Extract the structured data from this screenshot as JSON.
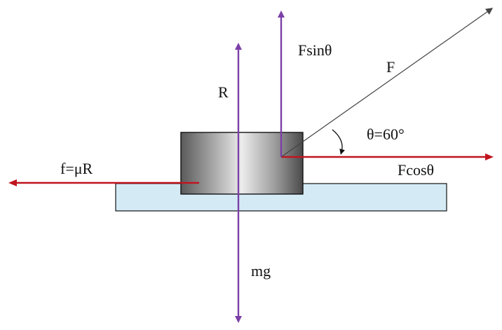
{
  "labels": {
    "f_sin": "Fsinθ",
    "f_applied": "F",
    "normal": "R",
    "angle": "θ=60°",
    "friction": "f=μR",
    "f_cos": "Fcosθ",
    "weight": "mg"
  },
  "colors": {
    "vertical_forces": "#7b3fa6",
    "horizontal_forces": "#c0141f",
    "applied_force": "#444444",
    "surface_fill": "#d4ebf6",
    "outline": "#111111"
  }
}
